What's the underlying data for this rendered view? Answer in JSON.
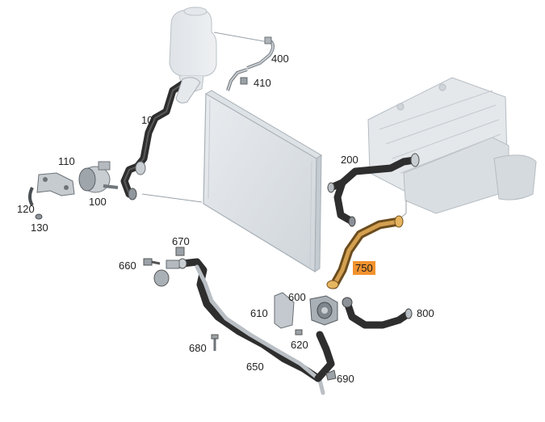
{
  "diagram": {
    "highlight_color": "#f2922e",
    "hose_color": "#2e2e2e",
    "ghost_color": "#d8dde2",
    "labels": {
      "p400": "400",
      "p410": "410",
      "p10": "10",
      "p110": "110",
      "p100": "100",
      "p120": "120",
      "p130": "130",
      "p200": "200",
      "p670": "670",
      "p660": "660",
      "p750": "750",
      "p600": "600",
      "p610": "610",
      "p620": "620",
      "p800": "800",
      "p680": "680",
      "p650": "650",
      "p690": "690"
    }
  }
}
